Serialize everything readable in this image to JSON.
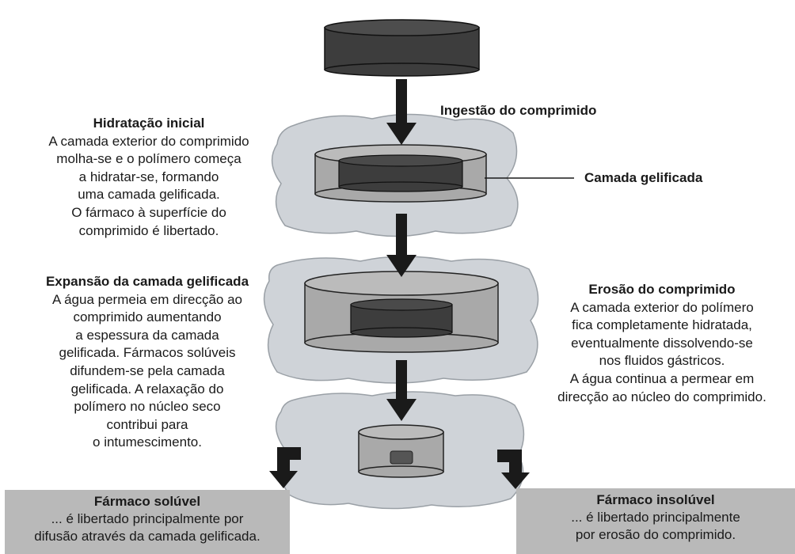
{
  "top_label": "Ingestão do comprimido",
  "gel_label": "Camada gelificada",
  "stages": {
    "hydration": {
      "title": "Hidratação inicial",
      "body": "A camada exterior do comprimido\nmolha-se e o polímero começa\na hidratar-se, formando\numa camada gelificada.\nO fármaco à superfície do\ncomprimido é libertado."
    },
    "expansion": {
      "title": "Expansão da camada gelificada",
      "body": "A água permeia em direcção ao\ncomprimido aumentando\na espessura da camada\ngelificada. Fármacos solúveis\ndifundem-se pela camada\ngelificada. A relaxação do\npolímero no núcleo seco\ncontribui para\no intumescimento."
    },
    "erosion": {
      "title": "Erosão do comprimido",
      "body": "A camada exterior do polímero\nfica completamente hidratada,\neventualmente dissolvendo-se\nnos fluidos gástricos.\nA água continua a permear em\ndirecção ao núcleo do comprimido."
    }
  },
  "outcomes": {
    "soluble": {
      "title": "Fármaco solúvel",
      "body": "... é libertado principalmente por\ndifusão através da camada gelificada."
    },
    "insoluble": {
      "title": "Fármaco insolúvel",
      "body": "... é libertado principalmente\npor erosão do comprimido."
    }
  },
  "colors": {
    "tablet_dark": "#3d3d3d",
    "gel_light": "#a9a9a9",
    "cloud": "#cfd3d8",
    "box": "#b9b9b9"
  }
}
